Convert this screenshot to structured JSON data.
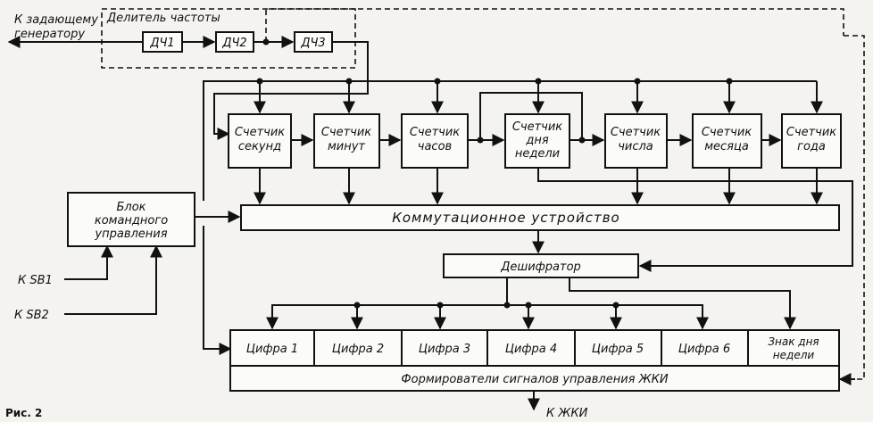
{
  "inputs": {
    "generator": [
      "К задающему",
      "генератору"
    ],
    "sb1": "К SB1",
    "sb2": "К SB2"
  },
  "divider": {
    "title": "Делитель частоты",
    "stages": [
      "ДЧ1",
      "ДЧ2",
      "ДЧ3"
    ]
  },
  "counters": [
    [
      "Счетчик",
      "секунд"
    ],
    [
      "Счетчик",
      "минут"
    ],
    [
      "Счетчик",
      "часов"
    ],
    [
      "Счетчик",
      "дня",
      "недели"
    ],
    [
      "Счетчик",
      "числа"
    ],
    [
      "Счетчик",
      "месяца"
    ],
    [
      "Счетчик",
      "года"
    ]
  ],
  "control_unit": [
    "Блок",
    "командного",
    "управления"
  ],
  "switch": "Коммутационное устройство",
  "decoder": "Дешифратор",
  "digits": [
    "Цифра 1",
    "Цифра 2",
    "Цифра 3",
    "Цифра 4",
    "Цифра 5",
    "Цифра 6"
  ],
  "weekday_sign": [
    "Знак дня",
    "недели"
  ],
  "drivers": "Формирователи сигналов управления ЖКИ",
  "output": "К ЖКИ",
  "figure_label": "Рис. 2"
}
